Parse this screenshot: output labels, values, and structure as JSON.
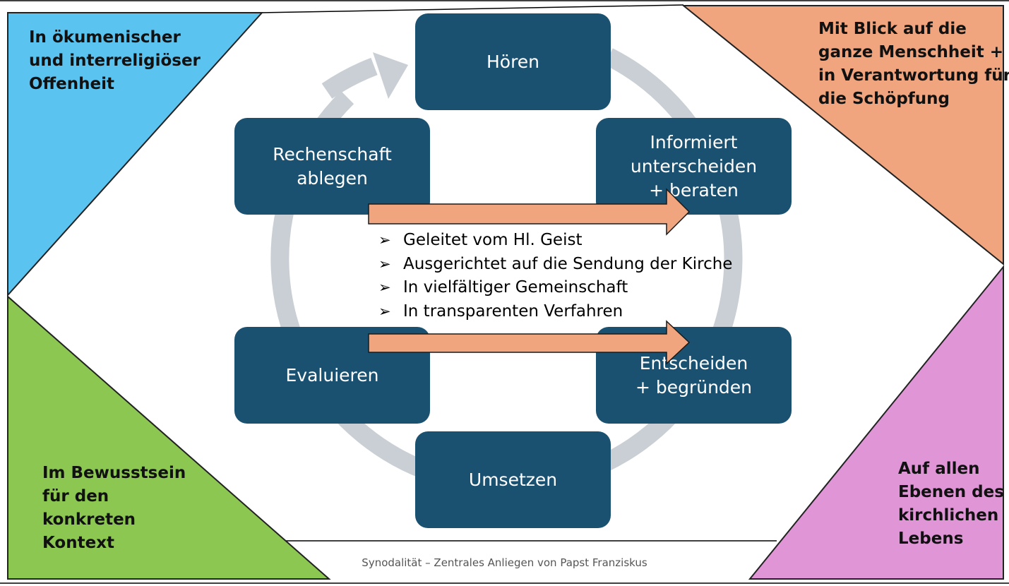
{
  "corners": {
    "top_left": {
      "lines": [
        "In ökumenischer",
        "und interreligiöser",
        "Offenheit"
      ],
      "color": "#5bc3f0"
    },
    "top_right": {
      "lines": [
        "Mit Blick auf die",
        "ganze Menschheit +",
        "in Verantwortung für",
        "die Schöpfung"
      ],
      "color": "#f0a57e"
    },
    "bottom_left": {
      "lines": [
        "Im Bewusstsein",
        "für den",
        "konkreten",
        "Kontext"
      ],
      "color": "#8bc751"
    },
    "bottom_right": {
      "lines": [
        "Auf allen",
        "Ebenen des",
        "kirchlichen",
        "Lebens"
      ],
      "color": "#df95d6"
    }
  },
  "cycle": {
    "steps": [
      {
        "lines": [
          "Hören"
        ]
      },
      {
        "lines": [
          "Informiert",
          "unterscheiden",
          "+ beraten"
        ]
      },
      {
        "lines": [
          "Entscheiden",
          "+ begründen"
        ]
      },
      {
        "lines": [
          "Umsetzen"
        ]
      },
      {
        "lines": [
          "Evaluieren"
        ]
      },
      {
        "lines": [
          "Rechenschaft",
          "ablegen"
        ]
      }
    ],
    "box_color": "#1b5170",
    "ring_color": "#c9cfd4",
    "bar_color": "#f0a57e"
  },
  "bullets": [
    "Geleitet vom Hl. Geist",
    "Ausgerichtet auf die Sendung der Kirche",
    "In vielfältiger Gemeinschaft",
    "In transparenten Verfahren"
  ],
  "bullet_glyph": "➢",
  "footer": "Synodalität – Zentrales Anliegen von Papst Franziskus"
}
